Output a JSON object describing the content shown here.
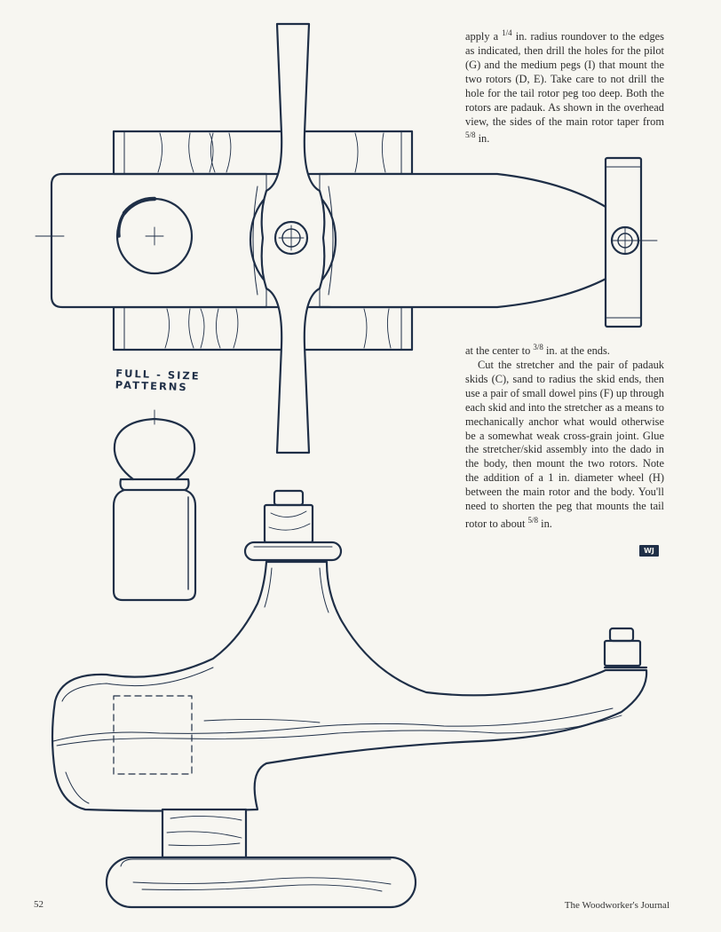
{
  "article": {
    "col_top": [
      {
        "pre": "apply a ",
        "frac": "1/4",
        "post": " in. radius roundover to the edges as indicated, then drill the holes for the pilot (G) and the medium pegs (I) that mount the two rotors (D, E). Take care to not drill the hole for the tail rotor peg too deep. Both the rotors are padauk. As shown in the overhead view, the sides of the main rotor taper from "
      },
      {
        "frac": "5/8",
        "post": " in."
      }
    ],
    "col_bottom": {
      "p1_pre": "at the center to ",
      "p1_frac": "3/8",
      "p1_post": " in. at the ends.",
      "p2": "Cut the stretcher and the pair of padauk skids (C), sand to radius the skid ends, then use a pair of small dowel pins (F) up through each skid and into the stretcher as a means to mechanically anchor what would otherwise be a somewhat weak cross-grain joint. Glue the stretcher/skid assembly into the dado in the body, then mount the two rotors. Note the addition of a 1 in. diameter wheel (H) between the main rotor and the body. You'll need to shorten the peg that mounts the tail rotor to about ",
      "p2_frac": "5/8",
      "p2_post": " in."
    },
    "end_mark": "WJ"
  },
  "figure": {
    "label_line1": "FULL - SIZE",
    "label_line2": "PATTERNS"
  },
  "page": {
    "folio": "52",
    "footer": "The Woodworker's Journal"
  },
  "colors": {
    "line": "#1f2f47",
    "paper": "#f7f6f1",
    "text": "#2b2b2b"
  }
}
